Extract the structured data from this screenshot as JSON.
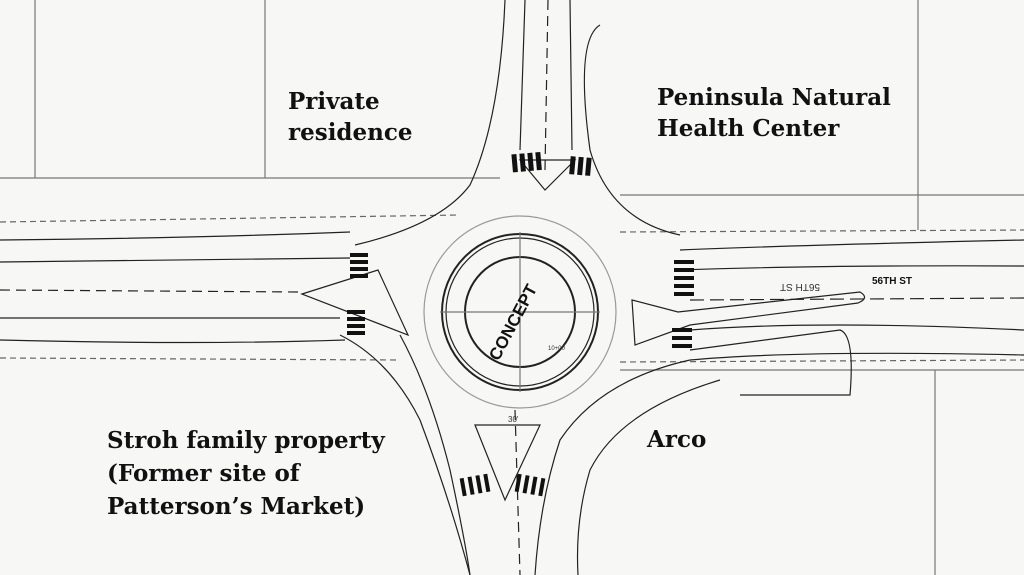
{
  "map": {
    "stamp": "CONCEPT",
    "street_label": "56TH ST",
    "street_label_mirrored": "56TH ST",
    "station": "10+00",
    "dimension": "30'",
    "colors": {
      "paper": "#f7f7f5",
      "ink": "#1a1a1a",
      "crosswalk": "#111111"
    }
  },
  "labels": {
    "private_residence": [
      "Private",
      "residence"
    ],
    "health_center": [
      "Peninsula Natural",
      "Health Center"
    ],
    "stroh": [
      "Stroh family property",
      "(Former site of",
      "Patterson’s Market)"
    ],
    "arco": "Arco"
  }
}
